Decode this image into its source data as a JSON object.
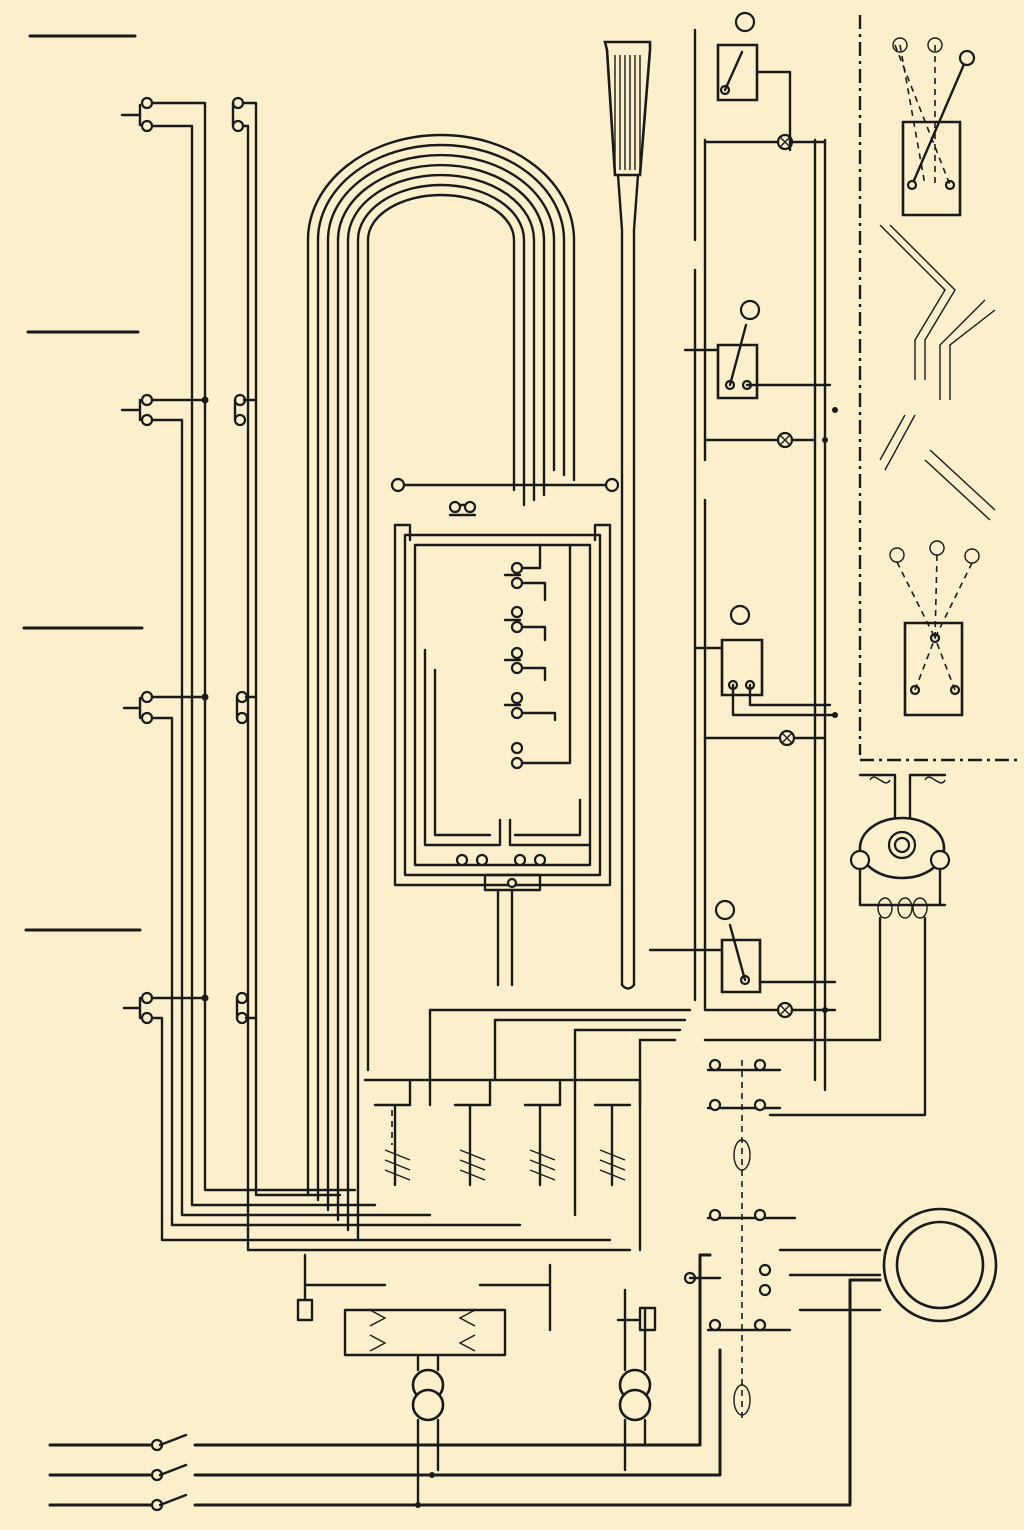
{
  "diagram": {
    "palette": {
      "paper": "#fbefcc",
      "ink": "#1a1a1a"
    },
    "icons": [
      "landing-call-button-icon",
      "car-switch-arch-icon",
      "floor-selector-icon",
      "control-lever-icon",
      "signal-lamp-icon",
      "relay-coil-icon",
      "transformer-icon",
      "motor-icon",
      "main-switch-icon",
      "generator-icon"
    ],
    "floors": 4,
    "lamps": 4,
    "relays": 4,
    "mains_phases": 3
  }
}
